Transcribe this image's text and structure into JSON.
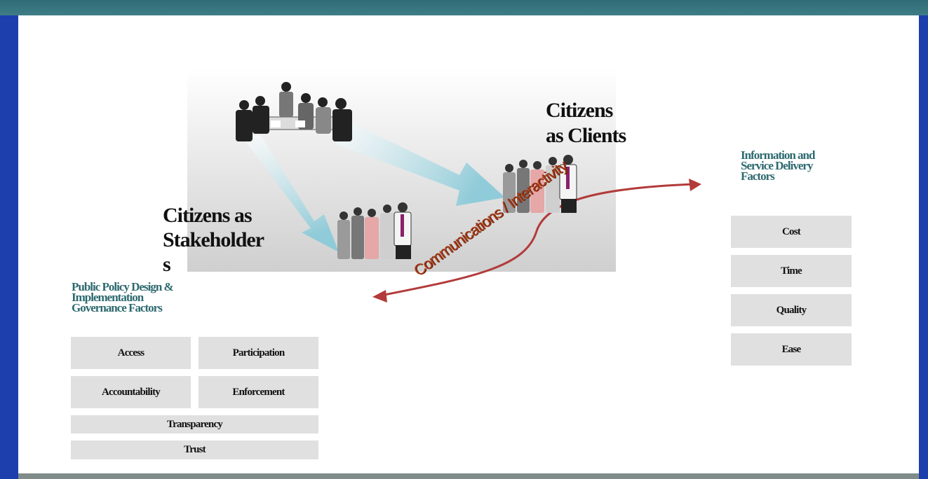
{
  "colors": {
    "frame_blue": "#1d3fae",
    "top_bar": "#2f6b76",
    "factor_title": "#2d6a70",
    "factor_box": "#e0e0e0",
    "arrow": "#b33a3a",
    "arrow_label": "#a53b17",
    "flow_arrow": "#9fd4df"
  },
  "diagram": {
    "clients_heading": [
      "Citizens",
      "as Clients"
    ],
    "stakeholders_heading": [
      "Citizens as",
      "Stakeholder",
      "s"
    ],
    "arrow_label": "Communications / Interactivity",
    "service_factors": {
      "title": [
        "Information and",
        "Service Delivery",
        "Factors"
      ],
      "items": [
        "Cost",
        "Time",
        "Quality",
        "Ease"
      ]
    },
    "governance_factors": {
      "title": [
        "Public Policy Design &",
        "Implementation",
        "Governance Factors"
      ],
      "items": [
        "Access",
        "Participation",
        "Accountability",
        "Enforcement",
        "Transparency",
        "Trust"
      ]
    },
    "images": [
      "meeting-group-image",
      "clients-group-image",
      "stakeholders-group-image"
    ]
  }
}
